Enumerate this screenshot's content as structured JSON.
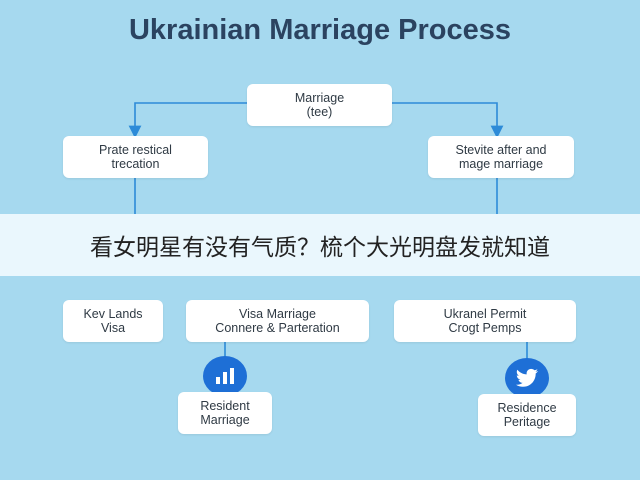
{
  "title": "Ukrainian Marriage Process",
  "boxes": {
    "top": "Marriage\n(tee)",
    "left_mid": "Prate restical\ntrecation",
    "right_mid": "Stevite after and\nmage marriage",
    "left_low": "Kev Lands\nVisa",
    "center_low": "Visa Marriage\nConnere & Parteration",
    "right_low": "Ukranel Permit\nCrogt Pemps",
    "left_bottom": "Resident\nMarriage",
    "right_bottom": "Residence\nPeritage"
  },
  "banner": "看女明星有没有气质？梳个大光明盘发就知道",
  "icons": {
    "left": "bar-chart-icon",
    "right": "bird-icon"
  },
  "colors": {
    "background": "#a6d9ef",
    "connector": "#2d8bd8",
    "icon_circle": "#1e6fd6",
    "title": "#2b4360"
  }
}
